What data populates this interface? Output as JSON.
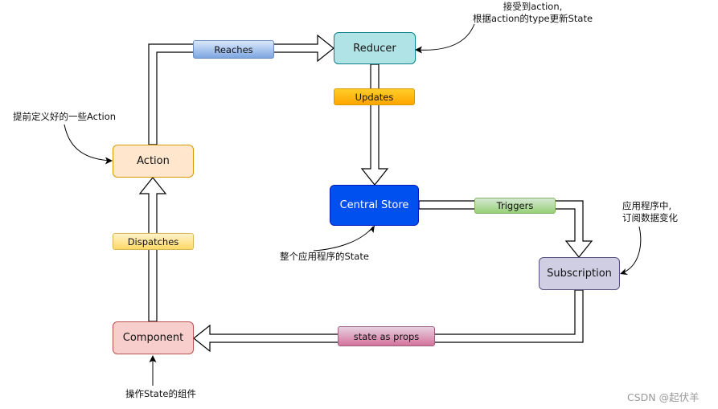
{
  "nodes": {
    "reducer": "Reducer",
    "action": "Action",
    "central_store": "Central Store",
    "subscription": "Subscription",
    "component": "Component"
  },
  "edge_labels": {
    "reaches": "Reaches",
    "updates": "Updates",
    "triggers": "Triggers",
    "dispatches": "Dispatches",
    "state_as_props": "state as props"
  },
  "notes": {
    "reducer_line1": "接受到action,",
    "reducer_line2": "根据action的type更新State",
    "action": "提前定义好的一些Action",
    "store": "整个应用程序的State",
    "subscription_line1": "应用程序中,",
    "subscription_line2": "订阅数据变化",
    "component": "操作State的组件"
  },
  "watermark": "CSDN @起伏羊",
  "colors": {
    "reducer": "#b0e3e6",
    "action": "#ffe6cc",
    "central_store": "#0050ef",
    "subscription": "#d0cee2",
    "component": "#f8cecc"
  }
}
